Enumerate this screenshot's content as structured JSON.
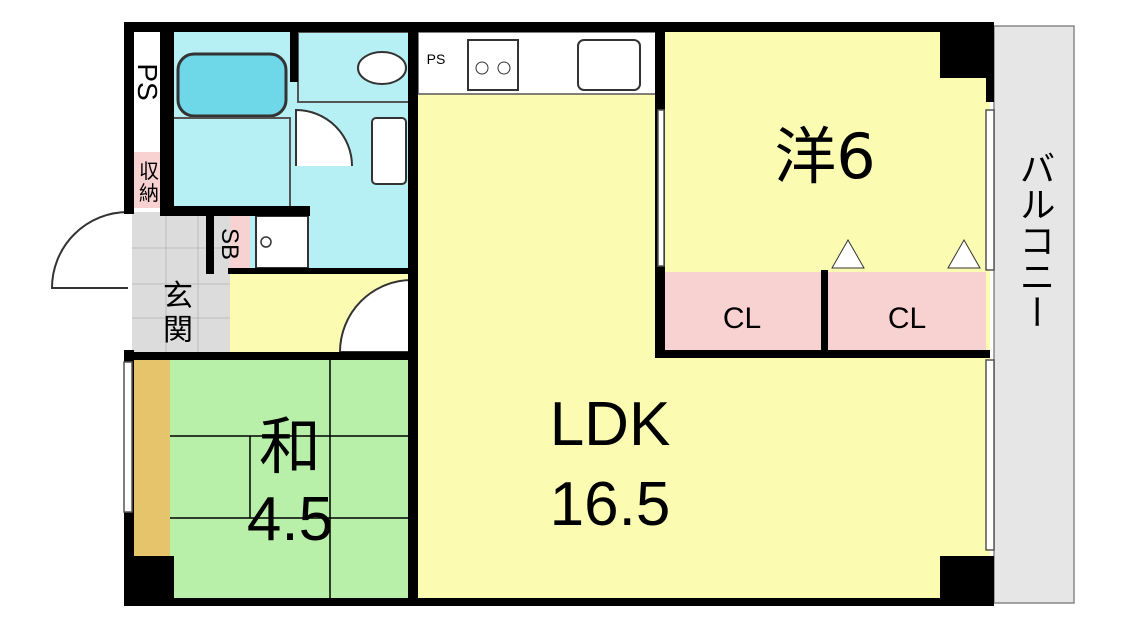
{
  "labels": {
    "ldk_name": "LDK",
    "ldk_size": "16.5",
    "western_room": "洋6",
    "japanese_room_name": "和",
    "japanese_room_size": "4.5",
    "closet_1": "CL",
    "closet_2": "CL",
    "pipe_space_kitchen": "PS",
    "pipe_space_side": "PS",
    "shoe_box": "SB",
    "storage_top": "収",
    "storage_bottom": "納",
    "entrance_top": "玄",
    "entrance_bottom": "関",
    "balcony": "バルコニー"
  },
  "colors": {
    "ldk_floor": "#fbfbb1",
    "japanese_floor": "#b9f0a9",
    "water_area": "#b6f0f5",
    "closet": "#f8d1d1",
    "storage": "#f8d1d1",
    "entrance_floor": "#dcdcdc",
    "balcony": "#e6e6e6",
    "tokonoma": "#e6c46b",
    "wall": "#000000"
  }
}
